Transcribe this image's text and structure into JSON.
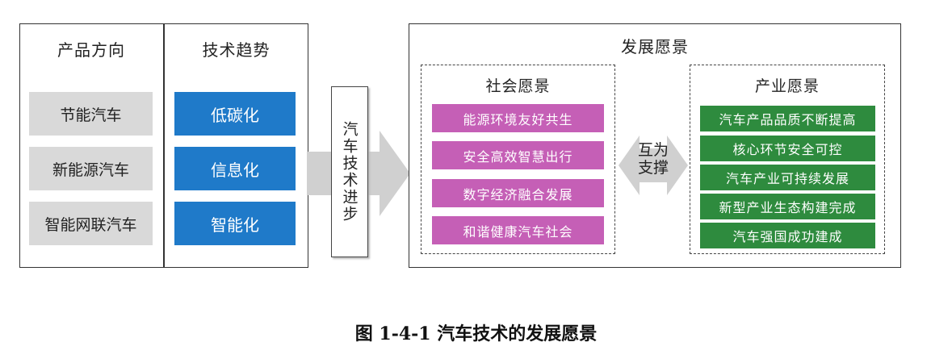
{
  "left_panel": {
    "product_title": "产品方向",
    "tech_title": "技术趋势",
    "products": [
      "节能汽车",
      "新能源汽车",
      "智能网联汽车"
    ],
    "trends": [
      "低碳化",
      "信息化",
      "智能化"
    ]
  },
  "middle": {
    "label": "汽车技术进步"
  },
  "right_panel": {
    "title": "发展愿景",
    "social": {
      "title": "社会愿景",
      "items": [
        "能源环境友好共生",
        "安全高效智慧出行",
        "数字经济融合发展",
        "和谐健康汽车社会"
      ]
    },
    "mutual": "互为支撑",
    "industry": {
      "title": "产业愿景",
      "items": [
        "汽车产品品质不断提高",
        "核心环节安全可控",
        "汽车产业可持续发展",
        "新型产业生态构建完成",
        "汽车强国成功建成"
      ]
    }
  },
  "caption": "图 1-4-1 汽车技术的发展愿景",
  "colors": {
    "grey": "#d9d9d9",
    "blue": "#1f7ac9",
    "purple": "#c55fb6",
    "green": "#2e8b3e",
    "arrow": "#d0d0d0"
  }
}
